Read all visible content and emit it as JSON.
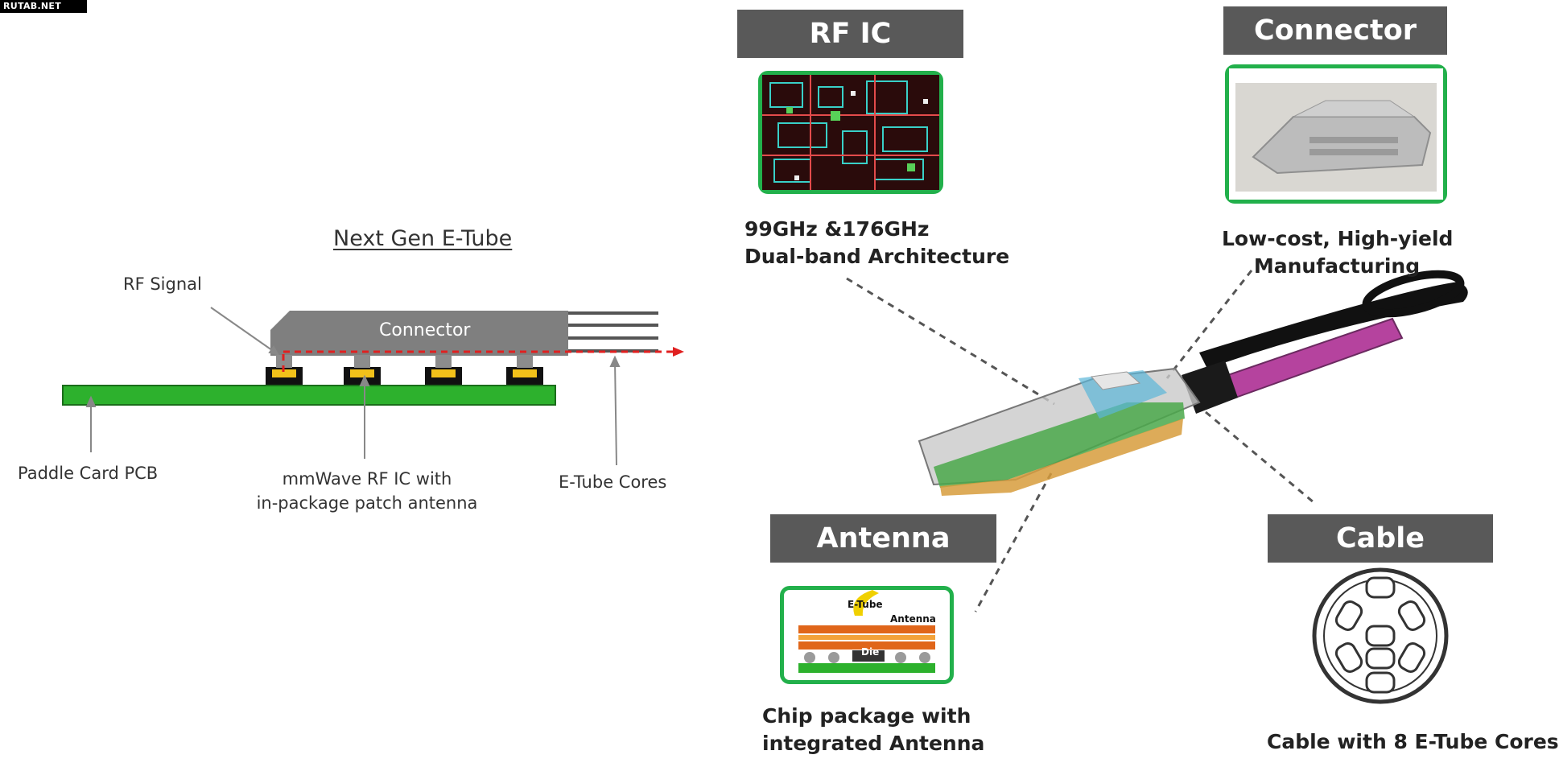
{
  "watermark": "RUTAB.NET",
  "diagram": {
    "title": "Next Gen E-Tube",
    "connector_label": "Connector",
    "rf_signal_label": "RF Signal",
    "pcb_label": "Paddle Card PCB",
    "rfic_label_line1": "mmWave RF IC with",
    "rfic_label_line2": "in-package patch antenna",
    "cores_label": "E-Tube Cores"
  },
  "callouts": {
    "rf_ic": {
      "header": "RF IC",
      "caption_line1": "99GHz &176GHz",
      "caption_line2": "Dual-band Architecture"
    },
    "connector": {
      "header": "Connector",
      "caption_line1": "Low-cost, High-yield",
      "caption_line2": "Manufacturing"
    },
    "antenna": {
      "header": "Antenna",
      "caption_line1": "Chip package with",
      "caption_line2": "integrated Antenna",
      "inner_labels": {
        "etube": "E-Tube",
        "antenna": "Antenna",
        "die": "Die"
      }
    },
    "cable": {
      "header": "Cable",
      "caption": "Cable with 8 E-Tube Cores"
    }
  },
  "colors": {
    "header_bg": "#595959",
    "frame_green": "#22b04b",
    "pcb_green": "#2db12d",
    "connector_gray": "#7f7f7f",
    "signal_red": "#e02020",
    "cable_magenta": "#b5439e"
  }
}
